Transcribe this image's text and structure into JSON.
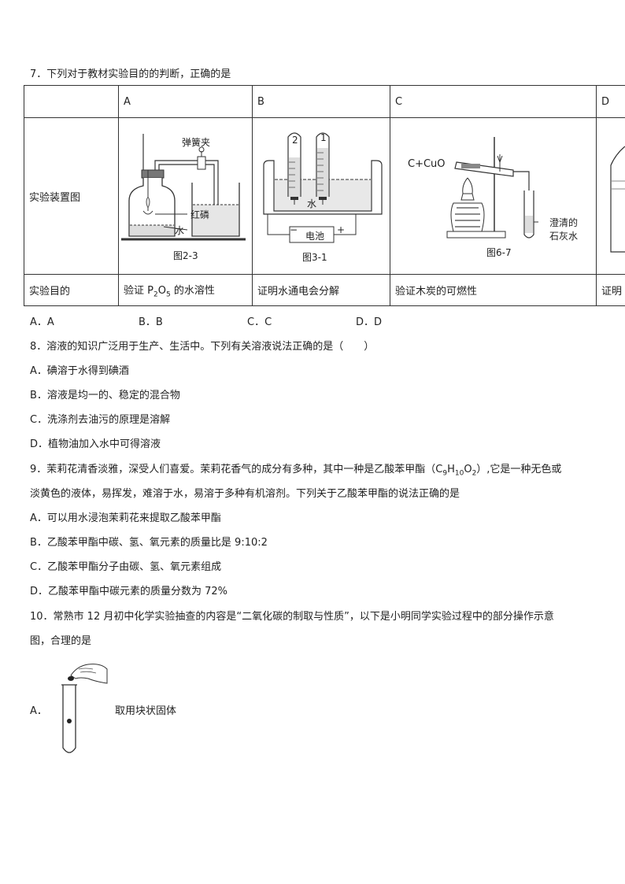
{
  "q7": {
    "stem": "7．下列对于教材实验目的的判断，正确的是",
    "table": {
      "col_headers": [
        "",
        "A",
        "B",
        "C",
        "D"
      ],
      "row1_label": "实验装置图",
      "row2_label": "实验目的",
      "figA": {
        "clip_label": "弹簧夹",
        "phosphorus_label": "红磷",
        "water_label": "水",
        "caption": "图2-3"
      },
      "figB": {
        "tube2": "2",
        "tube1": "1",
        "water_label": "水",
        "battery_label": "电池",
        "minus": "−",
        "plus": "+",
        "caption": "图3-1"
      },
      "figC": {
        "reactant_label": "C+CuO",
        "limewater_line1": "澄清的",
        "limewater_line2": "石灰水",
        "caption": "图6-7"
      },
      "purposes": {
        "A_pre": "验证 P",
        "A_sub1": "2",
        "A_mid": "O",
        "A_sub2": "5",
        "A_post": " 的水溶性",
        "B": "证明水通电会分解",
        "C": "验证木炭的可燃性",
        "D": "证明"
      }
    },
    "options": [
      "A．A",
      "B．B",
      "C．C",
      "D．D"
    ]
  },
  "q8": {
    "stem": "8．溶液的知识广泛用于生产、生活中。下列有关溶液说法正确的是（　　）",
    "options": [
      "A．碘溶于水得到碘酒",
      "B．溶液是均一的、稳定的混合物",
      "C．洗涤剂去油污的原理是溶解",
      "D．植物油加入水中可得溶液"
    ]
  },
  "q9": {
    "stem_line1_pre": "9．茉莉花清香淡雅，深受人们喜爱。茉莉花香气的成分有多种，其中一种是乙酸苯甲酯（C",
    "f1": "9",
    "f2": "H",
    "f3": "10",
    "f4": "O",
    "f5": "2",
    "stem_line1_post": "）,它是一种无色或",
    "stem_line2": "淡黄色的液体，易挥发，难溶于水，易溶于多种有机溶剂。下列关于乙酸苯甲酯的说法正确的是",
    "options": [
      "A．可以用水浸泡茉莉花来提取乙酸苯甲酯",
      "B．乙酸苯甲酯中碳、氢、氧元素的质量比是 9:10:2",
      "C．乙酸苯甲酯分子由碳、氢、氧元素组成",
      "D．乙酸苯甲酯中碳元素的质量分数为 72%"
    ]
  },
  "q10": {
    "stem_line1": "10．常熟市 12 月初中化学实验抽查的内容是“二氧化碳的制取与性质”，以下是小明同学实验过程中的部分操作示意",
    "stem_line2": "图，合理的是",
    "optionA_letter": "A．",
    "optionA_text": "取用块状固体"
  }
}
